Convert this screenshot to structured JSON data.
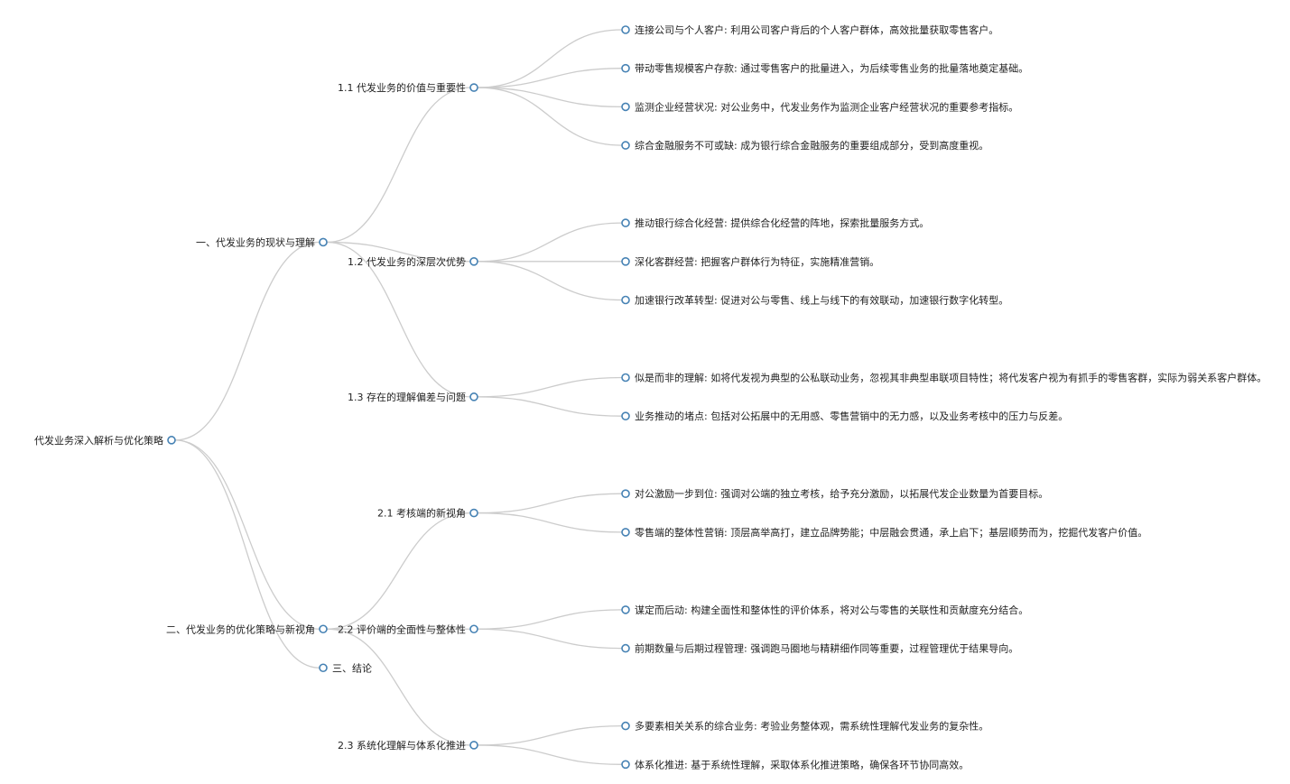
{
  "mindmap": {
    "root": {
      "label": "代发业务深入解析与优化策略",
      "children": [
        {
          "label": "一、代发业务的现状与理解",
          "children": [
            {
              "label": "1.1 代发业务的价值与重要性",
              "children": [
                {
                  "label": "连接公司与个人客户: 利用公司客户背后的个人客户群体，高效批量获取零售客户。"
                },
                {
                  "label": "带动零售规模客户存款: 通过零售客户的批量进入，为后续零售业务的批量落地奠定基础。"
                },
                {
                  "label": "监测企业经营状况: 对公业务中，代发业务作为监测企业客户经营状况的重要参考指标。"
                },
                {
                  "label": "综合金融服务不可或缺: 成为银行综合金融服务的重要组成部分，受到高度重视。"
                }
              ]
            },
            {
              "label": "1.2 代发业务的深层次优势",
              "children": [
                {
                  "label": "推动银行综合化经营: 提供综合化经营的阵地，探索批量服务方式。"
                },
                {
                  "label": "深化客群经营: 把握客户群体行为特征，实施精准营销。"
                },
                {
                  "label": "加速银行改革转型: 促进对公与零售、线上与线下的有效联动，加速银行数字化转型。"
                }
              ]
            },
            {
              "label": "1.3 存在的理解偏差与问题",
              "children": [
                {
                  "label": "似是而非的理解: 如将代发视为典型的公私联动业务，忽视其非典型串联项目特性；将代发客户视为有抓手的零售客群，实际为弱关系客户群体。"
                },
                {
                  "label": "业务推动的堵点: 包括对公拓展中的无用感、零售营销中的无力感，以及业务考核中的压力与反差。"
                }
              ]
            }
          ]
        },
        {
          "label": "二、代发业务的优化策略与新视角",
          "children": [
            {
              "label": "2.1 考核端的新视角",
              "children": [
                {
                  "label": "对公激励一步到位: 强调对公端的独立考核，给予充分激励，以拓展代发企业数量为首要目标。"
                },
                {
                  "label": "零售端的整体性营销: 顶层高举高打，建立品牌势能；中层融会贯通，承上启下；基层顺势而为，挖掘代发客户价值。"
                }
              ]
            },
            {
              "label": "2.2 评价端的全面性与整体性",
              "children": [
                {
                  "label": "谋定而后动: 构建全面性和整体性的评价体系，将对公与零售的关联性和贡献度充分结合。"
                },
                {
                  "label": "前期数量与后期过程管理: 强调跑马圈地与精耕细作同等重要，过程管理优于结果导向。"
                }
              ]
            },
            {
              "label": "2.3 系统化理解与体系化推进",
              "children": [
                {
                  "label": "多要素相关关系的综合业务: 考验业务整体观，需系统性理解代发业务的复杂性。"
                },
                {
                  "label": "体系化推进: 基于系统性理解，采取体系化推进策略，确保各环节协同高效。"
                }
              ]
            }
          ]
        },
        {
          "label": "三、结论",
          "children": []
        }
      ]
    }
  }
}
